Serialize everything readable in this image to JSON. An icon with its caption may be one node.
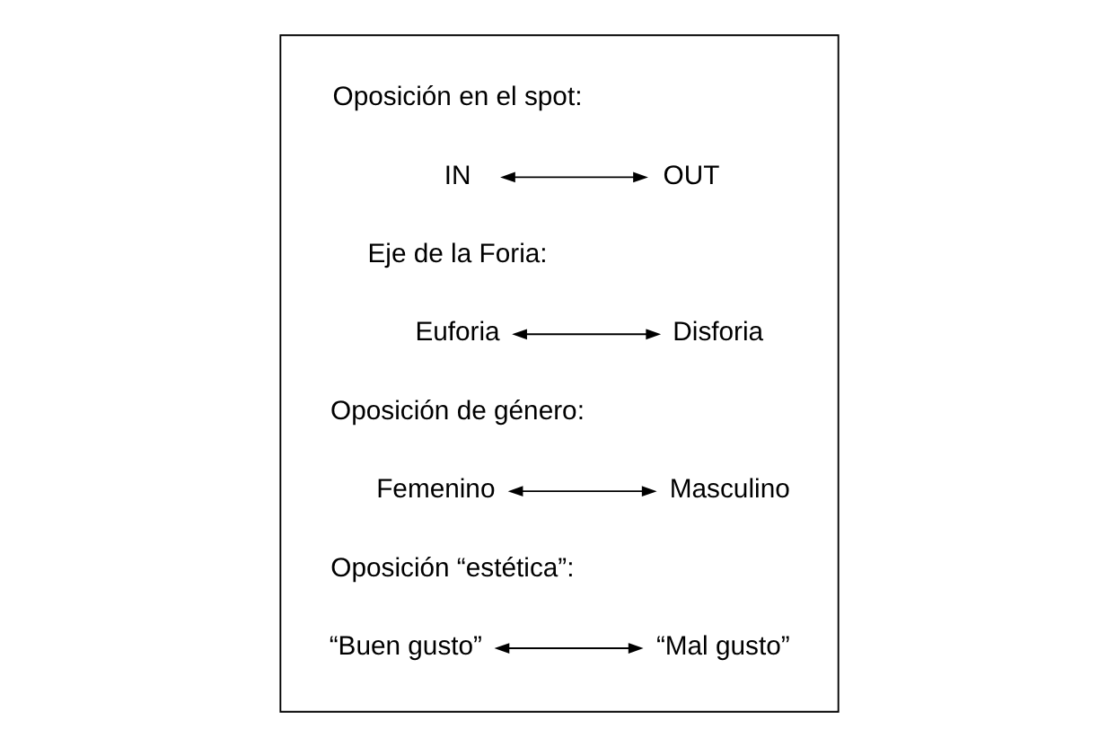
{
  "diagram": {
    "nodes": [
      {
        "text": [],
        "shape": "box"
      },
      {
        "text": [
          "IN"
        ],
        "in": 0
      },
      {
        "text": [
          "OUT"
        ],
        "in": 0
      },
      {
        "text": [
          "Euforia"
        ],
        "in": 0
      },
      {
        "text": [
          "Disforia"
        ],
        "in": 0
      },
      {
        "text": [
          "Femenino"
        ],
        "in": 0
      },
      {
        "text": [
          "Masculino"
        ],
        "in": 0
      },
      {
        "text": [
          "“Buen gusto”"
        ],
        "in": 0
      },
      {
        "text": [
          "“Mal gusto”"
        ],
        "in": 0
      }
    ],
    "edges": [
      {
        "from": 1,
        "to": 2,
        "arrow": "both"
      },
      {
        "from": 3,
        "to": 4,
        "arrow": "both"
      },
      {
        "from": 5,
        "to": 6,
        "arrow": "both"
      },
      {
        "from": 7,
        "to": 8,
        "arrow": "both"
      }
    ],
    "labels": [
      "Oposición en el spot:",
      "Eje de la Foria:",
      "Oposición de género:",
      "Oposición “estética”:"
    ]
  }
}
